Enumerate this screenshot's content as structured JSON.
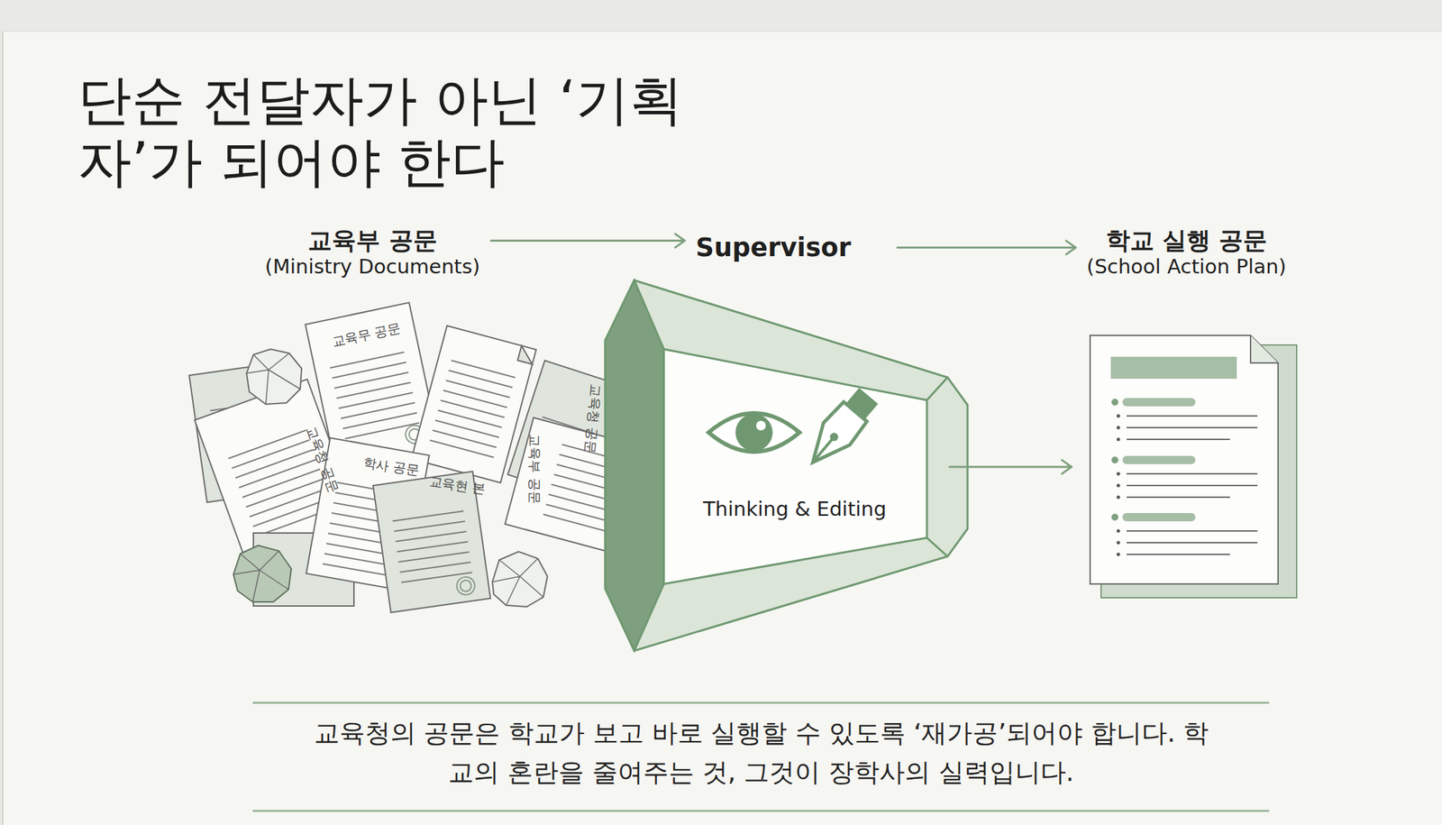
{
  "diagram": {
    "title": "단순 전달자가 아닌 ‘기획자’가 되어야 한다",
    "caption": "교육청의 공문은 학교가 보고 바로 실행할 수 있도록 ‘재가공’되어야 합니다. 학교의 혼란을 줄여주는 것, 그것이 장학사의 실력입니다.",
    "nodes": [
      {
        "text": [
          "교육부 공문",
          "(Ministry Documents)"
        ]
      },
      {
        "text": [
          "Supervisor",
          "Thinking & Editing"
        ]
      },
      {
        "text": [
          "학교 실행 공문",
          "(School Action Plan)"
        ]
      }
    ],
    "edges": [
      {
        "from": 0,
        "to": 1,
        "arrow": "to"
      },
      {
        "from": 1,
        "to": 2,
        "arrow": "to"
      },
      {
        "from": 1,
        "to": 2,
        "arrow": "to"
      }
    ],
    "labels": [
      "교육무 공문",
      "교육청 공문",
      "학사 공문",
      "교육현 본",
      "교육청 공문",
      "교육부 공문"
    ]
  }
}
